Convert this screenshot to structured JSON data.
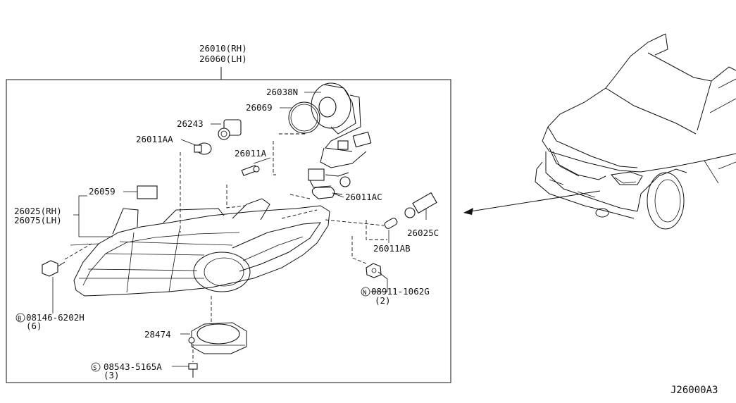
{
  "labels": {
    "assy_rh": "26010(RH)",
    "assy_lh": "26060(LH)",
    "p26038n": "26038N",
    "p26069": "26069",
    "p26243": "26243",
    "p26011aa": "26011AA",
    "p26011a": "26011A",
    "p26059": "26059",
    "p26011ac": "26011AC",
    "p26025_rh": "26025(RH)",
    "p26075_lh": "26075(LH)",
    "p26025c": "26025C",
    "p26011ab": "26011AB",
    "nut_code": "N",
    "nut_part": "08911-1062G",
    "nut_qty": "(2)",
    "bolt_code": "B",
    "bolt_part": "08146-6202H",
    "bolt_qty": "(6)",
    "p28474": "28474",
    "screw_code": "S",
    "screw_part": "08543-5165A",
    "screw_qty": "(3)",
    "diagram_id": "J26000A3"
  }
}
